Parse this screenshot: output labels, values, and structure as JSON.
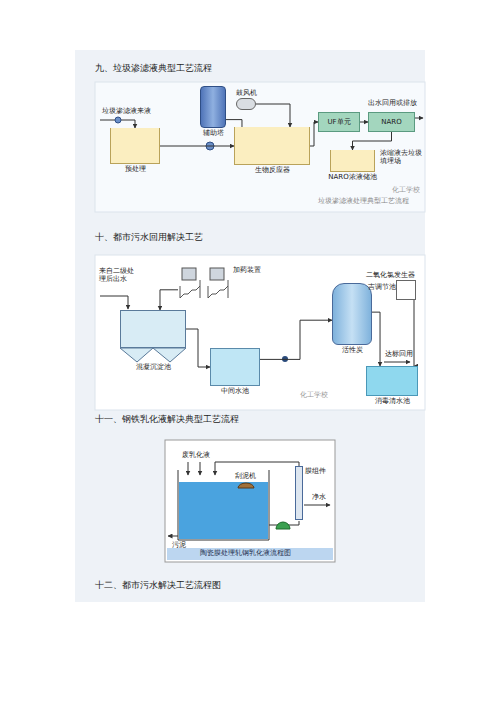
{
  "diagram": {
    "nodes": [
      {
        "text": [
          "预处理"
        ]
      },
      {
        "text": [
          "辅助塔"
        ]
      },
      {
        "text": [
          "鼓风机"
        ]
      },
      {
        "text": [
          "生物反应器"
        ]
      },
      {
        "text": [
          "UF单元"
        ]
      },
      {
        "text": [
          "NARO"
        ]
      },
      {
        "text": [
          "NARO浓液储池"
        ]
      },
      {
        "text": [
          "加药装置"
        ]
      },
      {
        "text": [
          "混凝沉淀池"
        ]
      },
      {
        "text": [
          "中间水池"
        ]
      },
      {
        "text": [
          "活性炭"
        ]
      },
      {
        "text": [
          "二氧化氯发生器"
        ]
      },
      {
        "text": [
          "消毒清水池"
        ]
      },
      {
        "text": [
          "刮泥机"
        ]
      },
      {
        "text": [
          "膜组件"
        ]
      }
    ],
    "edges": [
      {
        "from": 0,
        "to": 3,
        "arrow": "to"
      },
      {
        "from": 1,
        "to": 3,
        "arrow": "none"
      },
      {
        "from": 2,
        "to": 3,
        "arrow": "to"
      },
      {
        "from": 3,
        "to": 4,
        "arrow": "to"
      },
      {
        "from": 4,
        "to": 5,
        "arrow": "to"
      },
      {
        "from": 5,
        "to": 6,
        "arrow": "to"
      },
      {
        "from": 7,
        "to": 8,
        "arrow": "to"
      },
      {
        "from": 8,
        "to": 9,
        "arrow": "to"
      },
      {
        "from": 9,
        "to": 10,
        "arrow": "to"
      },
      {
        "from": 10,
        "to": 12,
        "arrow": "to"
      },
      {
        "from": 11,
        "to": 12,
        "arrow": "to"
      }
    ],
    "labels": [
      "九、垃圾渗滤液典型工艺流程",
      "垃圾渗滤液来液",
      "出水回用或排放",
      "浓缩液去垃圾填埋场",
      "垃圾渗滤液处理典型工艺流程",
      "化工学校",
      "十、都市污水回用解决工艺",
      "来自二级处理后出水",
      "吉调节池",
      "达标回用",
      "化工学校",
      "十一、钢铁乳化液解决典型工艺流程",
      "废乳化液",
      "净水",
      "污泥",
      "陶瓷膜处理轧钢乳化液流程图",
      "十二、都市污水解决工艺流程图"
    ]
  }
}
